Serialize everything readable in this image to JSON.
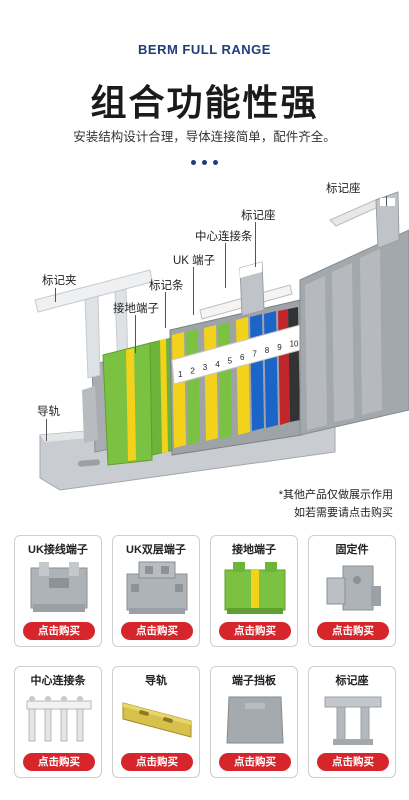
{
  "header": {
    "brand": "BERM FULL RANGE",
    "headline": "组合功能性强",
    "subline": "安装结构设计合理，导体连接简单，配件齐全。"
  },
  "callouts": {
    "marker_seat_right": "标记座",
    "marker_seat": "标记座",
    "center_connector": "中心连接条",
    "uk_terminal": "UK 端子",
    "marker_strip": "标记条",
    "ground_terminal": "接地端子",
    "marker_clip": "标记夹",
    "rail": "导轨"
  },
  "marker_numbers": [
    "1",
    "2",
    "3",
    "4",
    "5",
    "6",
    "7",
    "8",
    "9",
    "10"
  ],
  "notes": {
    "line1": "*其他产品仅做展示作用",
    "line2": "如若需要请点击购买"
  },
  "products": [
    {
      "name": "UK接线端子",
      "icon": "uk-terminal-icon",
      "button": "点击购买"
    },
    {
      "name": "UK双层端子",
      "icon": "uk-double-terminal-icon",
      "button": "点击购买"
    },
    {
      "name": "接地端子",
      "icon": "ground-terminal-icon",
      "button": "点击购买"
    },
    {
      "name": "固定件",
      "icon": "end-stop-icon",
      "button": "点击购买"
    },
    {
      "name": "中心连接条",
      "icon": "center-connector-icon",
      "button": "点击购买"
    },
    {
      "name": "导轨",
      "icon": "din-rail-icon",
      "button": "点击购买"
    },
    {
      "name": "端子挡板",
      "icon": "end-plate-icon",
      "button": "点击购买"
    },
    {
      "name": "标记座",
      "icon": "marker-seat-icon",
      "button": "点击购买"
    }
  ],
  "colors": {
    "brand": "#1f3d7a",
    "buy_button": "#d7252c",
    "terminal_grey": "#9ea3a8",
    "ground_green": "#7cc242",
    "ground_yellow": "#f2d21b",
    "terminal_blue": "#1d64c8",
    "terminal_red": "#c0262c"
  }
}
